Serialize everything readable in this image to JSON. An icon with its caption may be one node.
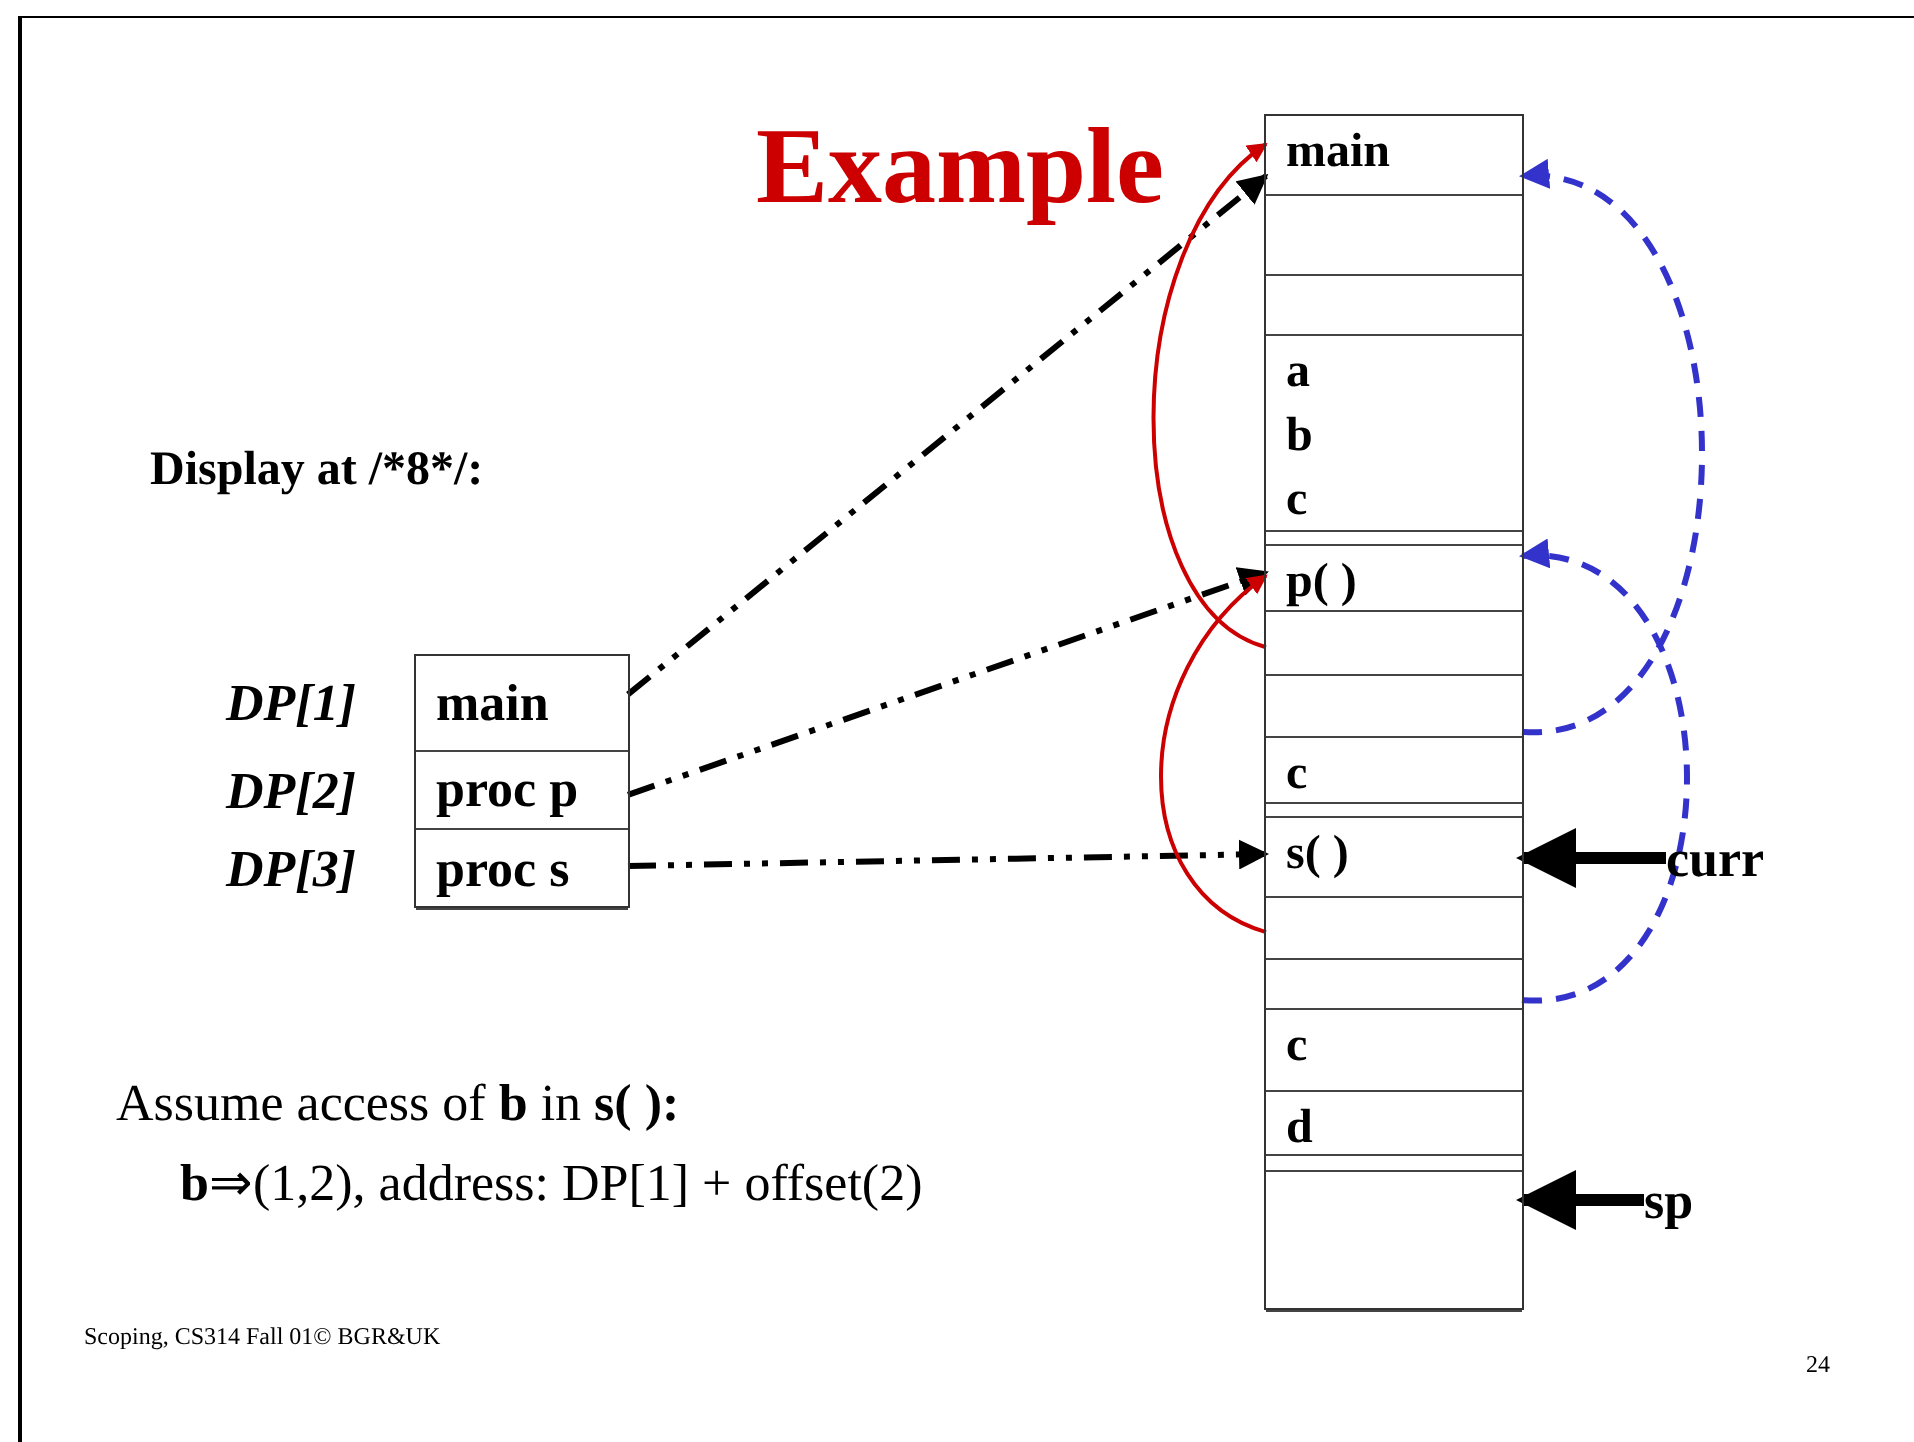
{
  "diagram": {
    "title": "Example",
    "nodes": [
      {
        "text": [],
        "shape": "box"
      },
      {
        "text": [
          "main"
        ],
        "in": 0,
        "beside": [
          "DP[1]"
        ]
      },
      {
        "text": [
          "proc p"
        ],
        "in": 0,
        "beside": [
          "DP[2]"
        ]
      },
      {
        "text": [
          "proc s"
        ],
        "in": 0,
        "beside": [
          "DP[3]"
        ]
      },
      {
        "text": [],
        "shape": "box"
      },
      {
        "text": [
          "main"
        ],
        "in": 4
      },
      {
        "text": [],
        "shape": "box",
        "in": 4
      },
      {
        "text": [],
        "shape": "box",
        "in": 4
      },
      {
        "text": [
          "a",
          "b",
          "c"
        ],
        "in": 4
      },
      {
        "text": [],
        "shape": "box",
        "in": 4
      },
      {
        "text": [
          "p( )"
        ],
        "in": 4
      },
      {
        "text": [],
        "shape": "box",
        "in": 4
      },
      {
        "text": [],
        "shape": "box",
        "in": 4
      },
      {
        "text": [
          "c"
        ],
        "in": 4
      },
      {
        "text": [],
        "shape": "box",
        "in": 4
      },
      {
        "text": [
          "s( )"
        ],
        "in": 4
      },
      {
        "text": [],
        "shape": "box",
        "in": 4
      },
      {
        "text": [],
        "shape": "box",
        "in": 4
      },
      {
        "text": [
          "c"
        ],
        "in": 4
      },
      {
        "text": [
          "d"
        ],
        "in": 4
      },
      {
        "text": [],
        "shape": "box",
        "in": 4
      },
      {
        "text": [],
        "shape": "box",
        "in": 4
      },
      {
        "text": [
          "curr"
        ]
      },
      {
        "text": [
          "sp"
        ]
      }
    ],
    "edges": [
      {
        "from": 1,
        "to": 5,
        "arrow": "to",
        "style": "dashed"
      },
      {
        "from": 2,
        "to": 10,
        "arrow": "to",
        "style": "dashed"
      },
      {
        "from": 3,
        "to": 15,
        "arrow": "to",
        "style": "dashed"
      },
      {
        "from": 11,
        "to": 5,
        "arrow": "to",
        "color": "#cc0000"
      },
      {
        "from": 16,
        "to": 10,
        "arrow": "to",
        "color": "#cc0000"
      },
      {
        "from": 12,
        "to": 5,
        "arrow": "to",
        "style": "dashed",
        "color": "#3333cc"
      },
      {
        "from": 17,
        "to": 10,
        "arrow": "to",
        "style": "dashed",
        "color": "#3333cc"
      },
      {
        "from": 22,
        "to": 15,
        "arrow": "to",
        "style": "thick"
      },
      {
        "from": 23,
        "to": 21,
        "arrow": "to",
        "style": "thick"
      }
    ],
    "labels": [
      "Display at /*8*/:",
      "Assume access of **b** in **s( ):**",
      "**b**⇒(1,2), address: DP[1] + offset(2)",
      "Scoping, CS314 Fall 01©  BGR&UK",
      "24"
    ]
  }
}
